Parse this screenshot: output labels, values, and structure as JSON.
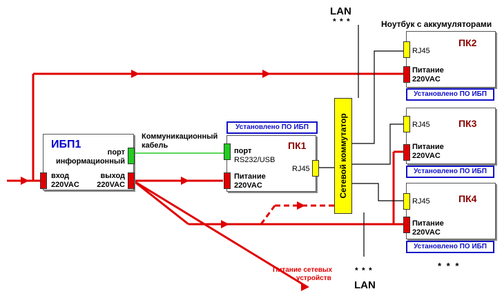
{
  "lan_top": {
    "label": "LAN",
    "stars": "* * *"
  },
  "lan_bottom": {
    "label": "LAN",
    "stars": "* * *"
  },
  "notebook_caption": "Ноутбук с аккумуляторами",
  "ups": {
    "title": "ИБП1",
    "port_label_1": "порт",
    "port_label_2": "информационный",
    "input_label_1": "вход",
    "input_label_2": "220VAC",
    "output_label_1": "выход",
    "output_label_2": "220VAC"
  },
  "cable": {
    "line1": "Коммуникационный",
    "line2": "кабель"
  },
  "pc1": {
    "title": "ПК1",
    "badge": "Установлено ПО ИБП",
    "port_label_1": "порт",
    "port_label_2": "RS232/USB",
    "power_1": "Питание",
    "power_2": "220VAC",
    "rj45": "RJ45"
  },
  "switch_label": "Сетевой коммутатор",
  "pc2": {
    "title": "ПК2",
    "rj45": "RJ45",
    "power_1": "Питание",
    "power_2": "220VAC",
    "badge": "Установлено ПО ИБП"
  },
  "pc3": {
    "title": "ПК3",
    "rj45": "RJ45",
    "power_1": "Питание",
    "power_2": "220VAC",
    "badge": "Установлено ПО ИБП"
  },
  "pc4": {
    "title": "ПК4",
    "rj45": "RJ45",
    "power_1": "Питание",
    "power_2": "220VAC",
    "badge": "Установлено ПО ИБП"
  },
  "more_pcs": "* * *",
  "network_power": {
    "line1": "Питание сетевых",
    "line2": "устройств"
  },
  "colors": {
    "power": "#e00000",
    "comm": "#22cc22",
    "network": "#000000",
    "badge": "#1010c8"
  }
}
